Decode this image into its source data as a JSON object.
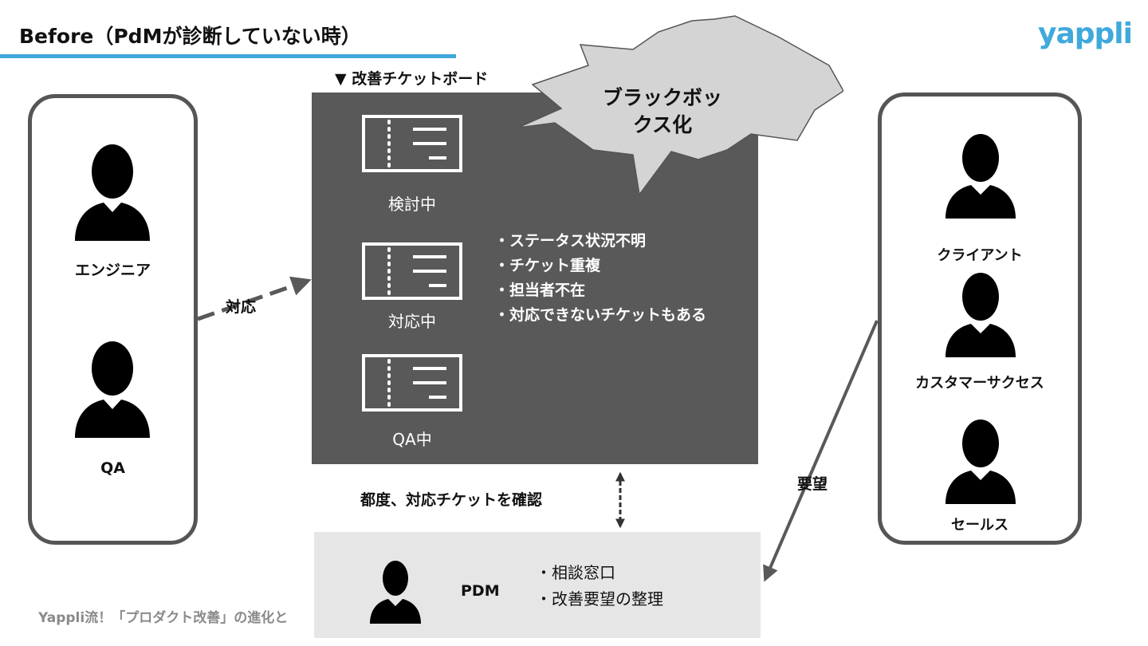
{
  "header": {
    "title": "Before（PdMが診断していない時）",
    "logo": "yappli"
  },
  "left_panel": {
    "people": [
      {
        "label": "エンジニア"
      },
      {
        "label": "QA"
      }
    ]
  },
  "board": {
    "title": "▼ 改善チケットボード",
    "tickets": [
      {
        "label": "検討中"
      },
      {
        "label": "対応中"
      },
      {
        "label": "QA中"
      }
    ],
    "issues": [
      "・ステータス状況不明",
      "・チケット重複",
      "・担当者不在",
      "・対応できないチケットもある"
    ],
    "burst": {
      "line1": "ブラックボッ",
      "line2": "クス化"
    }
  },
  "right_panel": {
    "people": [
      {
        "label": "クライアント"
      },
      {
        "label": "カスタマーサクセス"
      },
      {
        "label": "セールス"
      }
    ]
  },
  "connectors": {
    "engineer_to_board": "対応",
    "board_pdm": "都度、対応チケットを確認",
    "request": "要望"
  },
  "pdm": {
    "label": "PDM",
    "notes": [
      "・相談窓口",
      "・改善要望の整理"
    ]
  },
  "footer": {
    "text": "Yappli流！「プロダクト改善」の進化と"
  },
  "colors": {
    "accent": "#3fa9dc",
    "board": "#595959",
    "pdm_box": "#e6e6e6",
    "burst": "#d4d4d4"
  }
}
